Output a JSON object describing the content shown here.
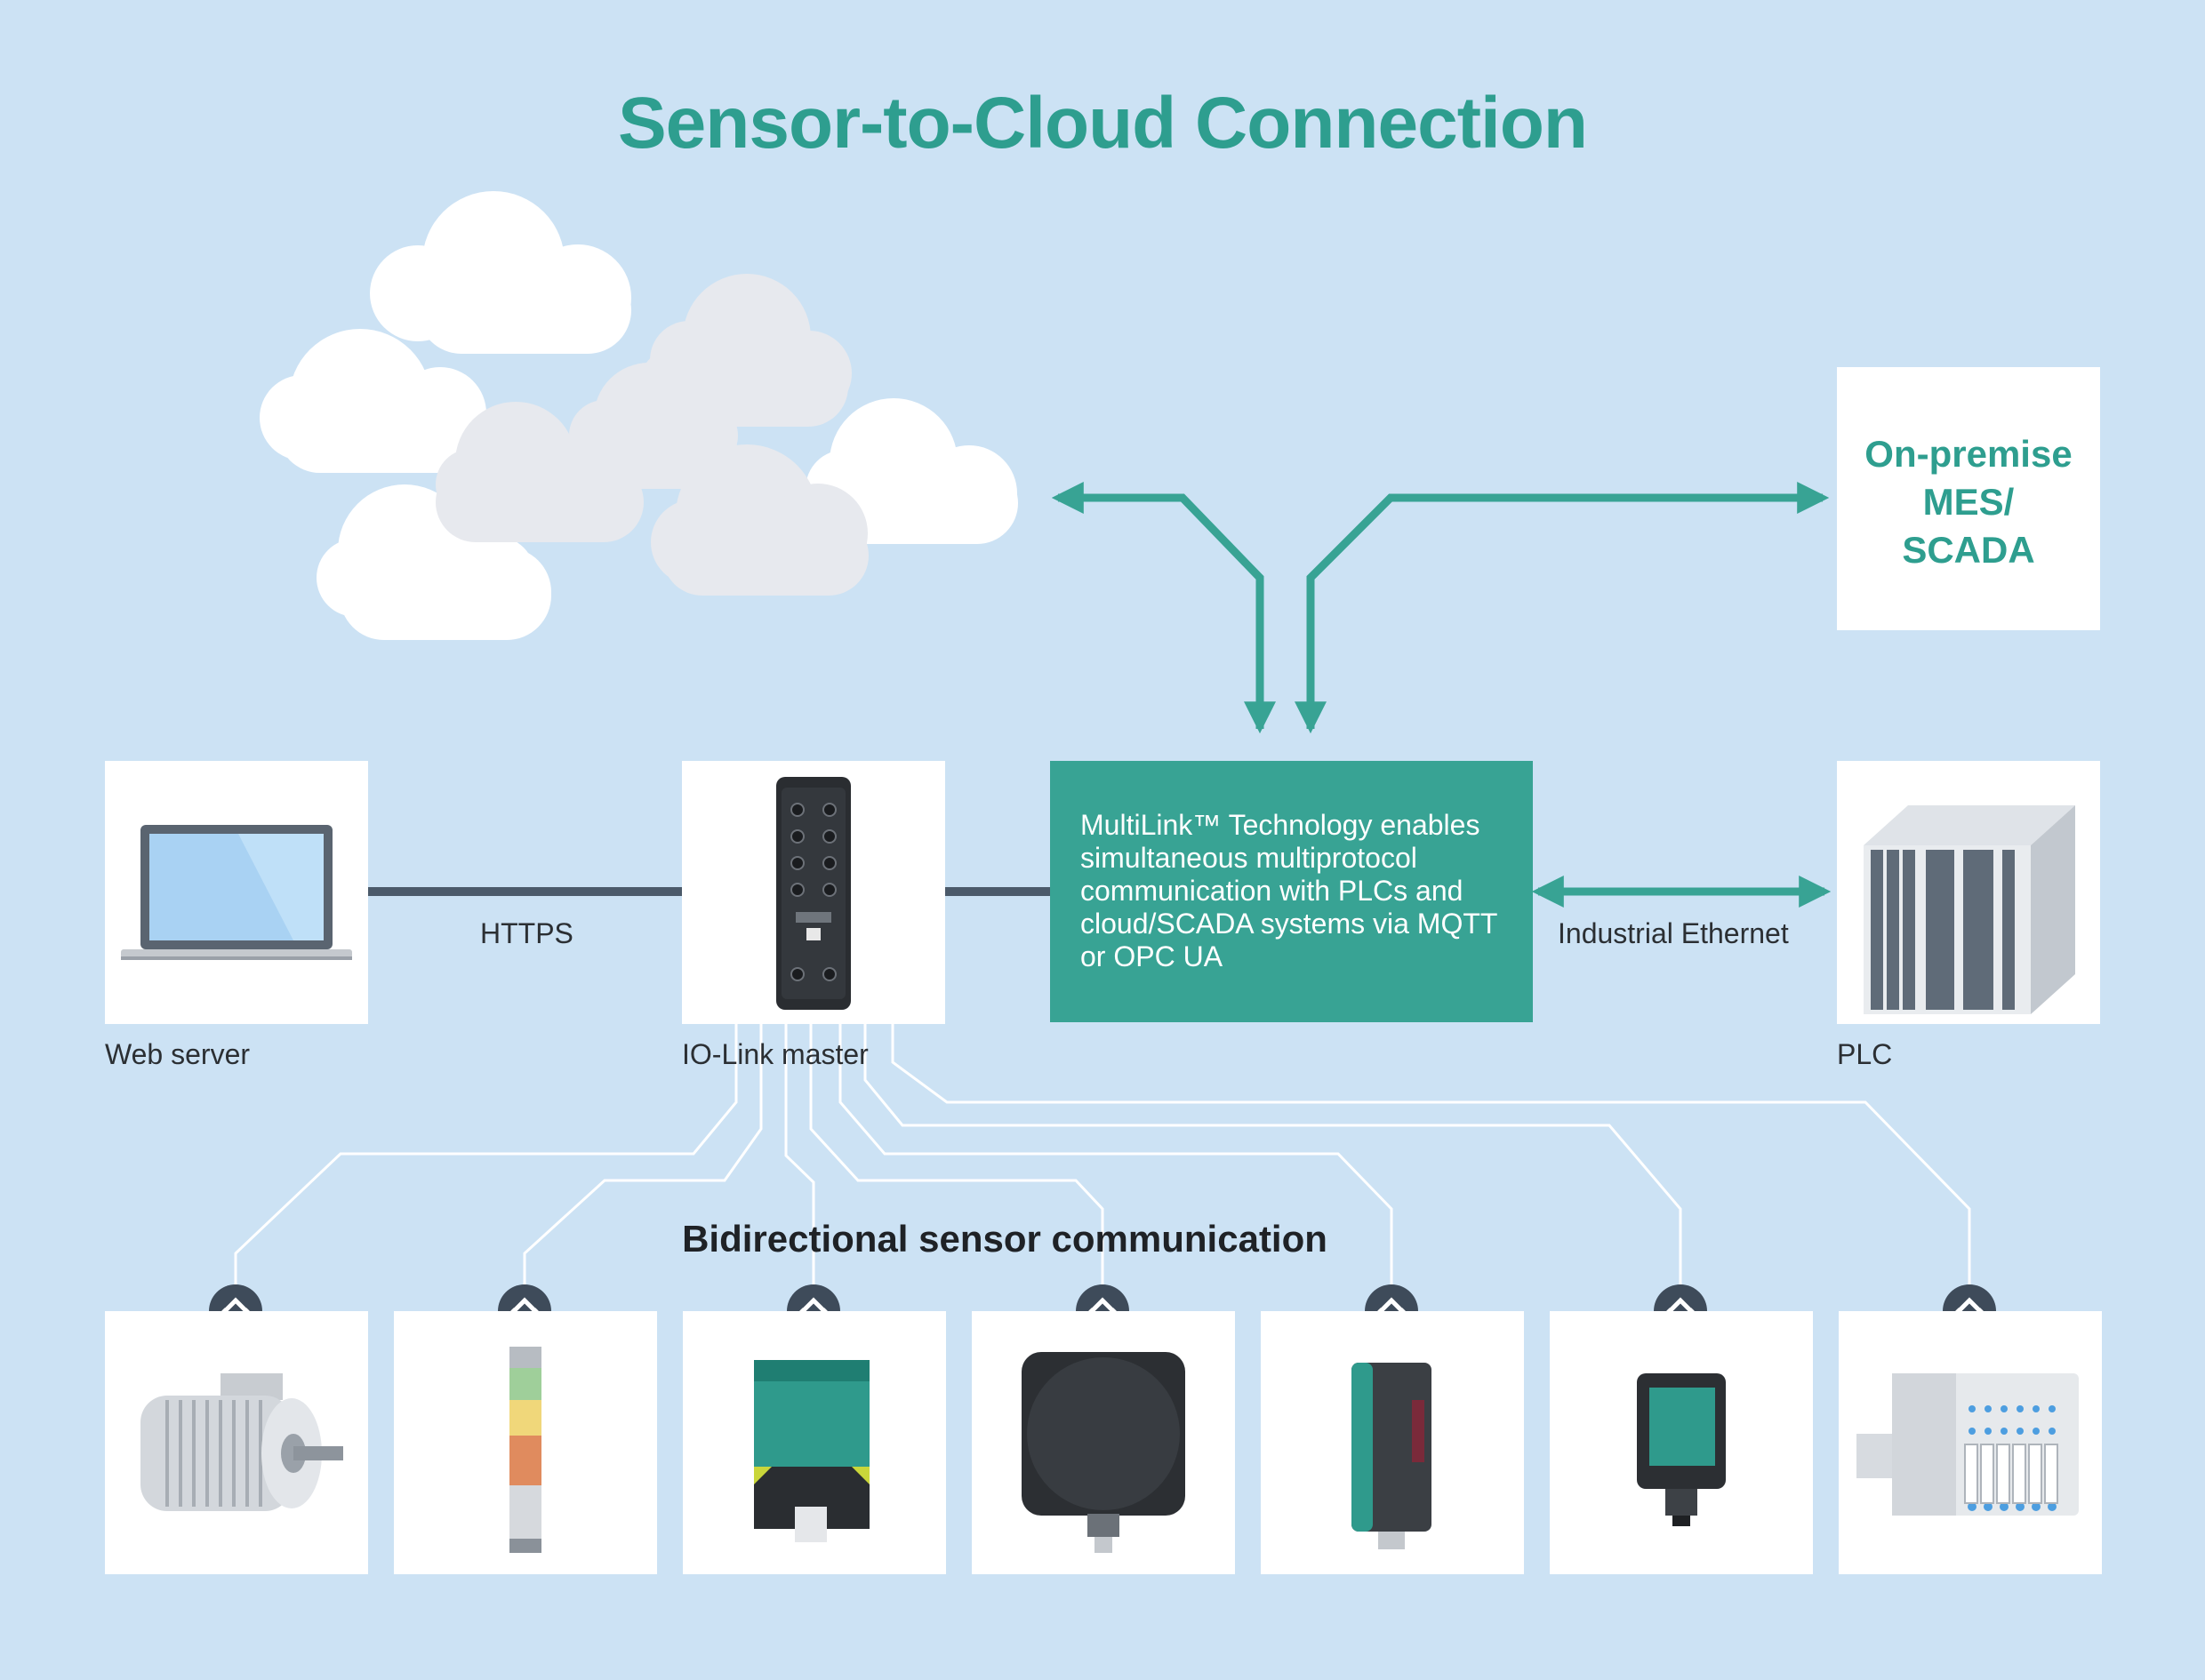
{
  "title": "Sensor-to-Cloud Connection",
  "mes": {
    "line1": "On-premise",
    "line2": "MES/",
    "line3": "SCADA"
  },
  "multilink": {
    "text": "MultiLink™ Technology enables simultaneous multiprotocol communication with PLCs and cloud/SCADA systems via MQTT or OPC UA"
  },
  "labels": {
    "web_server": "Web server",
    "io_link_master": "IO-Link master",
    "plc": "PLC",
    "https": "HTTPS",
    "industrial_ethernet": "Industrial Ethernet"
  },
  "subtitle": "Bidirectional sensor communication",
  "device_icons": [
    "motor-icon",
    "signal-tower-icon",
    "inductive-sensor-icon",
    "rfid-reader-icon",
    "photoelectric-sensor-icon",
    "compact-sensor-icon",
    "valve-terminal-icon"
  ],
  "colors": {
    "background": "#cce2f4",
    "accent": "#38a394",
    "accent_text": "#2e9e8f",
    "connector": "#4b5a6a",
    "cloud": "#ffffff"
  }
}
